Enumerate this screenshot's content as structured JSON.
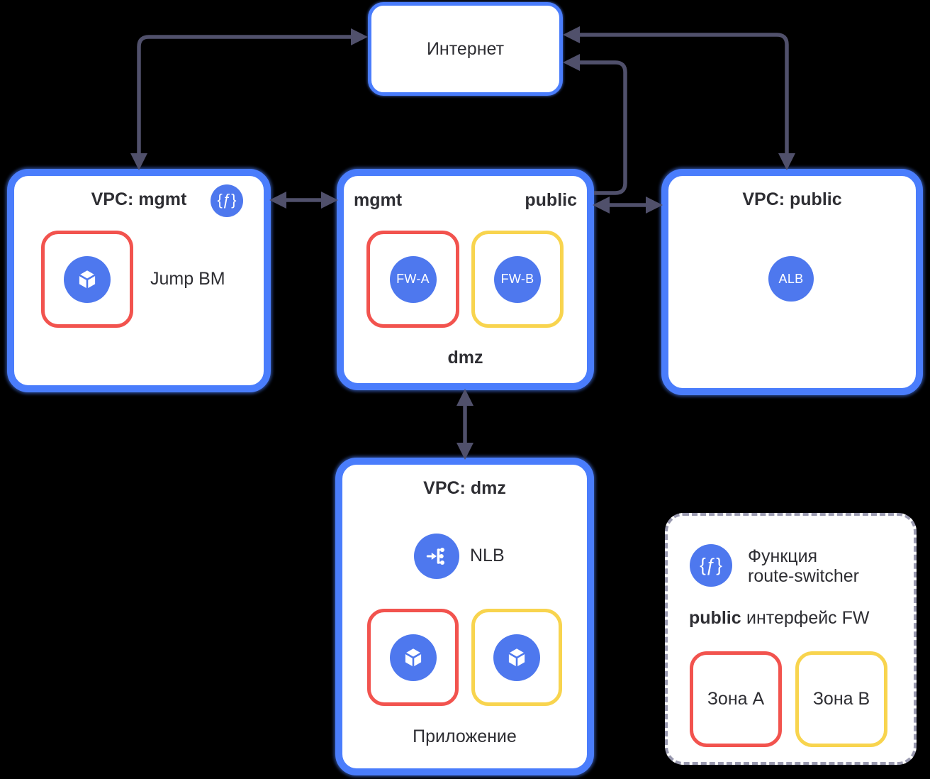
{
  "internet": {
    "label": "Интернет"
  },
  "vpc_mgmt": {
    "title": "VPC: mgmt",
    "jump_label": "Jump BM"
  },
  "fw_box": {
    "label_left": "mgmt",
    "label_right": "public",
    "fw_a": "FW-A",
    "fw_b": "FW-B",
    "label_bottom": "dmz"
  },
  "vpc_public": {
    "title": "VPC: public",
    "alb": "ALB"
  },
  "vpc_dmz": {
    "title": "VPC: dmz",
    "nlb": "NLB",
    "app_label": "Приложение"
  },
  "legend": {
    "function_line1": "Функция",
    "function_line2": "route-switcher",
    "public_label": "public",
    "interface_label": "интерфейс FW",
    "zone_a": "Зона A",
    "zone_b": "Зона B"
  },
  "icons": {
    "function_glyph": "{ƒ}",
    "function": "function-braces-icon",
    "vm": "cube-icon",
    "nlb": "load-balancer-icon"
  },
  "colors": {
    "canvas_bg": "#000000",
    "vpc_border_blue": "#4a7dfc",
    "circle_blue": "#4e78ee",
    "zone_a_red": "#f2534e",
    "zone_b_yellow": "#f8d44e",
    "arrow": "#50506b",
    "text": "#2e2e33",
    "legend_border": "#9a9ab0"
  }
}
